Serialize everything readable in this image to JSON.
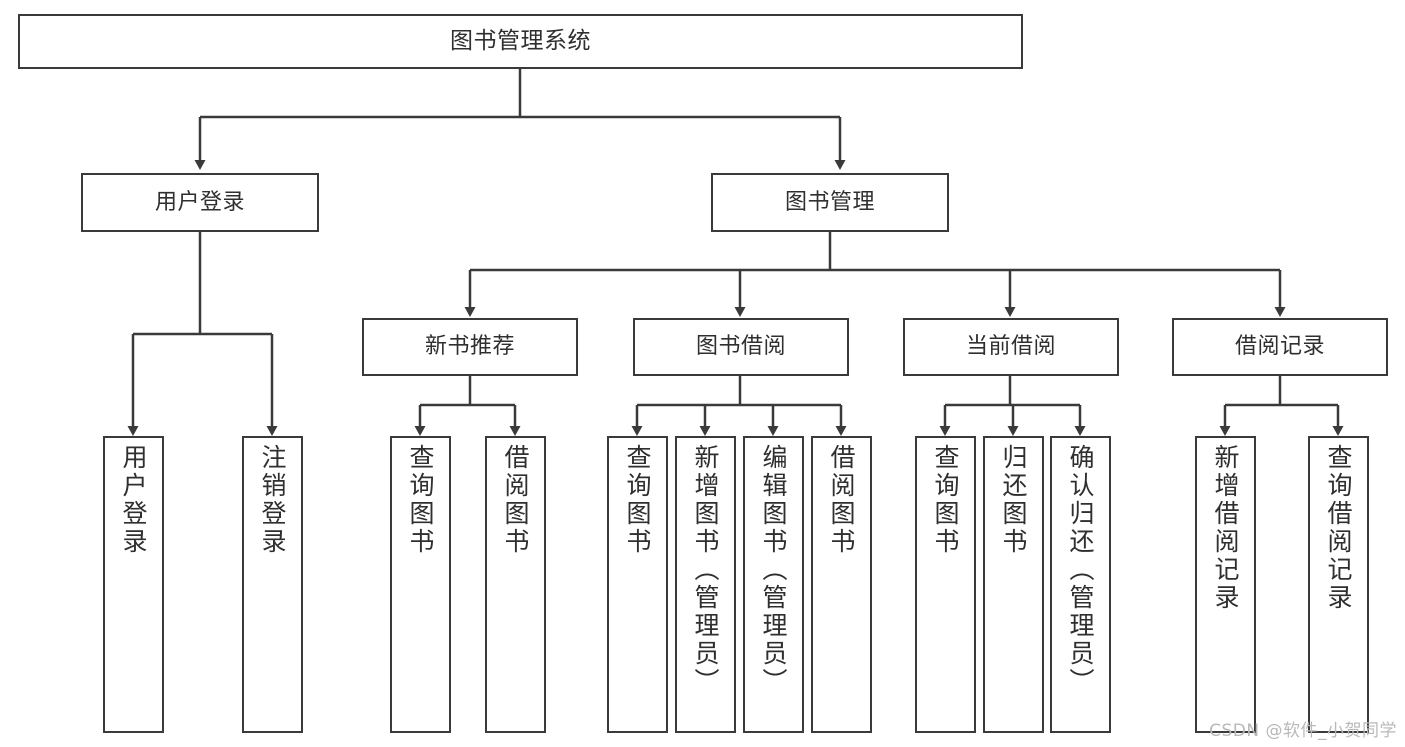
{
  "diagram": {
    "title": "图书管理系统",
    "type": "tree-hierarchy-diagram",
    "stroke_color": "#3a3a3a",
    "background_color": "#ffffff",
    "text_color": "#2f2f2f"
  },
  "root": {
    "label": "图书管理系统"
  },
  "level2": [
    {
      "label": "用户登录"
    },
    {
      "label": "图书管理"
    }
  ],
  "level3": [
    {
      "label": "新书推荐"
    },
    {
      "label": "图书借阅"
    },
    {
      "label": "当前借阅"
    },
    {
      "label": "借阅记录"
    }
  ],
  "leaves": {
    "user_login": [
      {
        "label": "用户登录"
      },
      {
        "label": "注销登录"
      }
    ],
    "new_book_recommend": [
      {
        "label": "查询图书"
      },
      {
        "label": "借阅图书"
      }
    ],
    "book_borrow": [
      {
        "label": "查询图书"
      },
      {
        "label": "新增图书（管理员）"
      },
      {
        "label": "编辑图书（管理员）"
      },
      {
        "label": "借阅图书"
      }
    ],
    "current_borrow": [
      {
        "label": "查询图书"
      },
      {
        "label": "归还图书"
      },
      {
        "label": "确认归还（管理员）"
      }
    ],
    "borrow_record": [
      {
        "label": "新增借阅记录"
      },
      {
        "label": "查询借阅记录"
      }
    ]
  },
  "watermark": {
    "text": "CSDN @软件_小贺同学"
  }
}
